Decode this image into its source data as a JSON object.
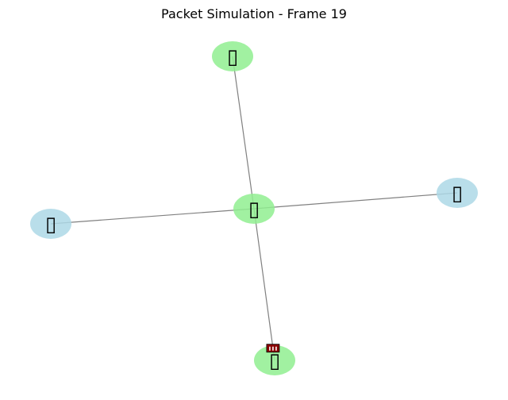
{
  "title": "Packet Simulation - Frame 19",
  "colors": {
    "edge": "#808080",
    "node_active": "#90EE90",
    "node_idle": "#ADD8E6",
    "packet": "#8B0000",
    "packet_mark": "#FFFFFF"
  },
  "nodes": [
    {
      "id": "center",
      "state": "active",
      "glyph": "▯"
    },
    {
      "id": "top",
      "state": "active",
      "glyph": "▯"
    },
    {
      "id": "right",
      "state": "idle",
      "glyph": "▯"
    },
    {
      "id": "left",
      "state": "idle",
      "glyph": "▯"
    },
    {
      "id": "bottom",
      "state": "active",
      "glyph": "▯"
    }
  ],
  "edges": [
    {
      "from": "center",
      "to": "top"
    },
    {
      "from": "center",
      "to": "right"
    },
    {
      "from": "center",
      "to": "left"
    },
    {
      "from": "center",
      "to": "bottom"
    }
  ],
  "packet": {
    "from": "center",
    "to": "bottom",
    "progress": 0.92
  }
}
